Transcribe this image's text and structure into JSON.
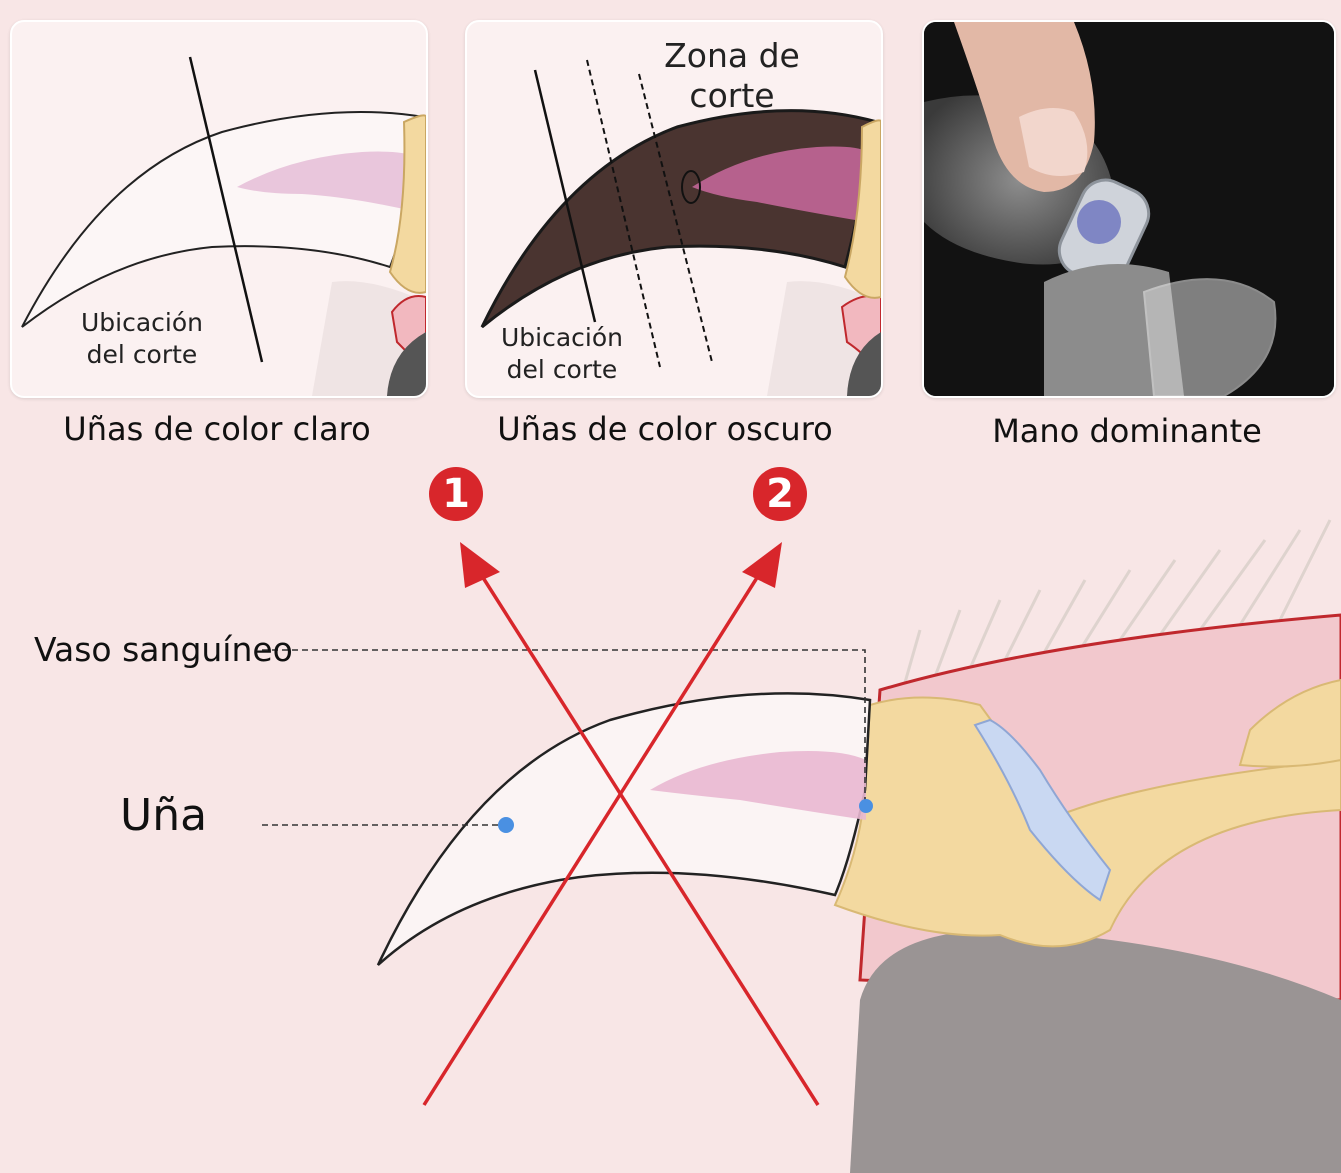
{
  "panels": [
    {
      "label": "Ubicación del corte",
      "caption": "Uñas de color claro"
    },
    {
      "zone_label": "Zona de corte",
      "label": "Ubicación del corte",
      "caption": "Uñas de color oscuro"
    },
    {
      "caption": "Mano dominante"
    }
  ],
  "steps": [
    "1",
    "2"
  ],
  "labels": {
    "vessel": "Vaso sanguíneo",
    "nail": "Uña"
  },
  "colors": {
    "background": "#f8e6e6",
    "arrow": "#d8262b",
    "quick": "#e9b8d2",
    "bone": "#f3d9a0",
    "marker": "#4a90e2"
  }
}
